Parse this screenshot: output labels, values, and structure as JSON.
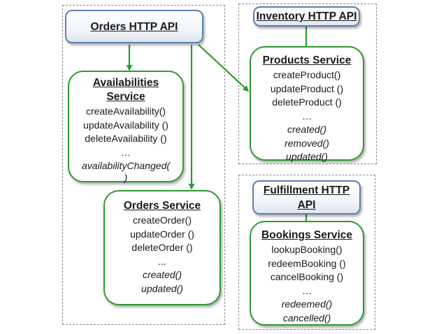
{
  "groups": {
    "orders": {
      "api": "Orders HTTP API",
      "availabilities": {
        "title": [
          "Availabilities",
          "Service"
        ],
        "methods": [
          "createAvailability()",
          "updateAvailability ()",
          "deleteAvailability ()",
          "…"
        ],
        "events": [
          "availabilityChanged(",
          ")"
        ]
      },
      "orders_service": {
        "title": "Orders Service",
        "methods": [
          "createOrder()",
          "updateOrder ()",
          "deleteOrder ()",
          "..."
        ],
        "events": [
          "created()",
          "updated()"
        ]
      }
    },
    "inventory": {
      "api": "Inventory HTTP API",
      "products": {
        "title": "Products Service",
        "methods": [
          "createProduct()",
          "updateProduct ()",
          "deleteProduct ()",
          "…"
        ],
        "events": [
          "created()",
          "removed()",
          "updated()"
        ]
      }
    },
    "fulfillment": {
      "api": [
        "Fulfillment HTTP",
        "API"
      ],
      "bookings": {
        "title": "Bookings Service",
        "methods": [
          "lookupBooking()",
          "redeemBooking ()",
          "cancelBooking ()",
          "…"
        ],
        "events": [
          "redeemed()",
          "cancelled()"
        ]
      }
    }
  },
  "colors": {
    "api_border": "#5d7fb0",
    "service_border": "#2d9a31",
    "arrow": "#2d9a31",
    "group_border": "#8a8a8a"
  }
}
